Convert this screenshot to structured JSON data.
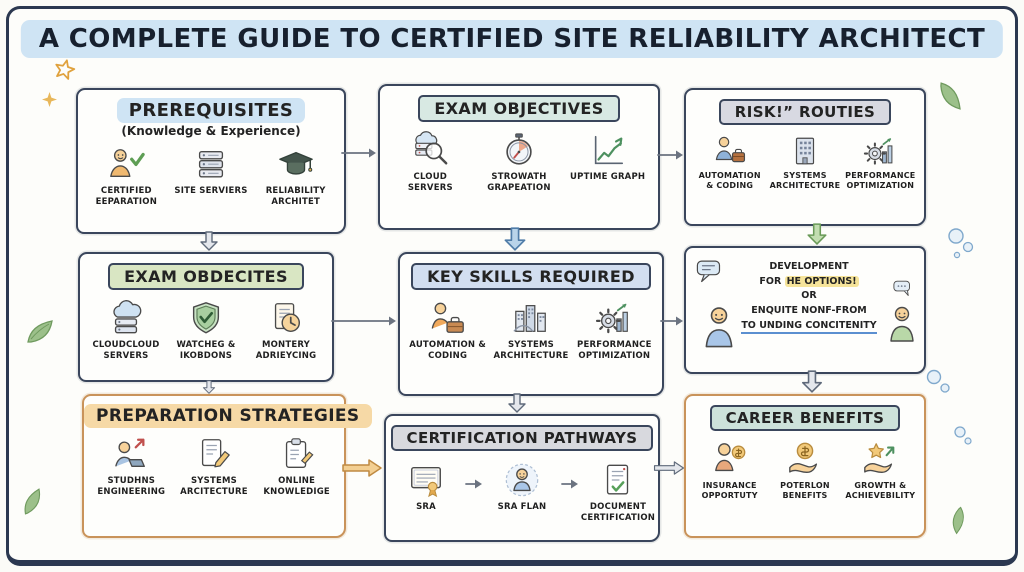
{
  "title": "A COMPLETE GUIDE TO CERTIFIED SITE RELIABILITY ARCHITECT",
  "palette": {
    "frame": "#2b3850",
    "blue_header": "#cfe4f4",
    "green_header": "#d9e6c3",
    "orange_header": "#f6d9a6",
    "teal_header": "#d8e9e3",
    "periwinkle_header": "#d2def0",
    "gray_header": "#d8d9e2",
    "career_header": "#cde2da",
    "orange_border": "#c9935a",
    "highlight_yellow": "#f6e49a",
    "underline_blue": "#5b8fd0",
    "arrow_green": "#c2ddb0",
    "arrow_blue": "#b9d4ea",
    "arrow_orange": "#f3cf92"
  },
  "boxes": {
    "prerequisites": {
      "header": "PREREQUISITES",
      "subtitle": "(Knowledge & Experience)",
      "items": [
        {
          "label": "CERTIFIED EEPARATION",
          "icon": "person-check"
        },
        {
          "label": "SITE SERVIERS",
          "icon": "server-stack"
        },
        {
          "label": "RELIABILITY ARCHITET",
          "icon": "grad-cap"
        }
      ]
    },
    "exam_obdecites": {
      "header": "EXAM OBDECITES",
      "items": [
        {
          "label": "CLOUDCLOUD SERVERS",
          "icon": "cloud-servers"
        },
        {
          "label": "WATCHEG & IKOBDONS",
          "icon": "shield-check"
        },
        {
          "label": "MONTERY ADRIEYCING",
          "icon": "clock-doc"
        }
      ]
    },
    "preparation_strategies": {
      "header": "PREPARATION STRATEGIES",
      "items": [
        {
          "label": "STUDHNS ENGINEERING",
          "icon": "person-laptop"
        },
        {
          "label": "SYSTEMS ARCITECTURE",
          "icon": "doc-pencil"
        },
        {
          "label": "ONLINE KNOWLEDIGE",
          "icon": "clipboard-pencil"
        }
      ]
    },
    "exam_objectives": {
      "header": "EXAM OBJECTIVES",
      "items": [
        {
          "label": "CLOUD SERVERS",
          "icon": "magnifier-servers"
        },
        {
          "label": "STROWATH GRAPEATION",
          "icon": "stopwatch"
        },
        {
          "label": "UPTIME GRAPH",
          "icon": "uptime-graph"
        }
      ]
    },
    "key_skills": {
      "header": "KEY SKILLS REQUIRED",
      "items": [
        {
          "label": "AUTOMATION & CODING",
          "icon": "person-toolbox"
        },
        {
          "label": "SYSTEMS ARCHITECTURE",
          "icon": "city-bridge"
        },
        {
          "label": "PERFORMANCE OPTIMIZATION",
          "icon": "gear-chart"
        }
      ]
    },
    "certification_pathways": {
      "header": "CERTIFICATION PATHWAYS",
      "items": [
        {
          "label": "SRA",
          "icon": "certificate"
        },
        {
          "label": "SRA FLAN",
          "icon": "person-badge"
        },
        {
          "label": "DOCUMENT CERTIFICATION",
          "icon": "document-check"
        }
      ]
    },
    "risk_routies": {
      "header": "RISK!” ROUTIES",
      "items": [
        {
          "label": "AUTOMATION & CODING",
          "icon": "person-briefcase"
        },
        {
          "label": "SYSTEMS ARCHITECTURE",
          "icon": "building"
        },
        {
          "label": "PERFORMANCE OPTIMIZATION",
          "icon": "gear-chart"
        }
      ]
    },
    "dev_options": {
      "line1": "DEVELOPMENT",
      "line2_prefix": "FOR ",
      "line2_highlight": "HE OPTIONS!",
      "or": "OR",
      "line3": "ENQUITE NONF-FROM",
      "line4": "TO UNDING CONCITENITY"
    },
    "career_benefits": {
      "header": "CAREER BENEFITS",
      "items": [
        {
          "label": "INSURANCE OPPORTUTY",
          "icon": "person-coin"
        },
        {
          "label": "POTERLON BENEFITS",
          "icon": "hand-dollar"
        },
        {
          "label": "GROWTH & ACHIEVEBILITY",
          "icon": "hand-star"
        }
      ]
    }
  }
}
